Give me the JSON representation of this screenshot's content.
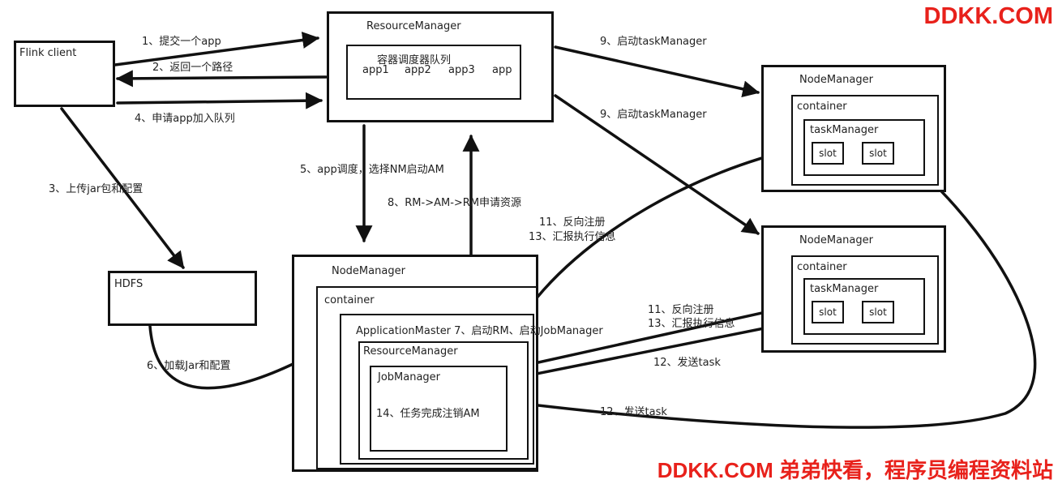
{
  "watermark": {
    "top": "DDKK.COM",
    "bottom": "DDKK.COM 弟弟快看，程序员编程资料站",
    "color": "#e8211b"
  },
  "nodes": {
    "flink_client": "Flink client",
    "resource_manager": "ResourceManager",
    "queue_title": "容器调度器队列",
    "queue_apps": [
      "app1",
      "app2",
      "app3",
      "app"
    ],
    "hdfs": "HDFS",
    "nm_main": "NodeManager",
    "container_main": "container",
    "app_master": "ApplicationMaster 7、启动RM、启动JobManager",
    "am_resource_manager": "ResourceManager",
    "job_manager": "JobManager",
    "finish_note": "14、任务完成注销AM",
    "nm_top": "NodeManager",
    "container_top": "container",
    "tm_top": "taskManager",
    "nm_bottom": "NodeManager",
    "container_bottom": "container",
    "tm_bottom": "taskManager",
    "slot": "slot"
  },
  "edges": {
    "e1": "1、提交一个app",
    "e2": "2、返回一个路径",
    "e4": "4、申请app加入队列",
    "e3": "3、上传jar包和配置",
    "e5": "5、app调度，选择NM启动AM",
    "e8": "8、RM->AM->RM申请资源",
    "e9a": "9、启动taskManager",
    "e9b": "9、启动taskManager",
    "e6": "6、加载Jar和配置",
    "e11a": "11、反向注册",
    "e13a": "13、汇报执行信息",
    "e11b": "11、反向注册",
    "e13b": "13、汇报执行信息",
    "e12a": "12、发送task",
    "e12b": "12、发送task"
  }
}
